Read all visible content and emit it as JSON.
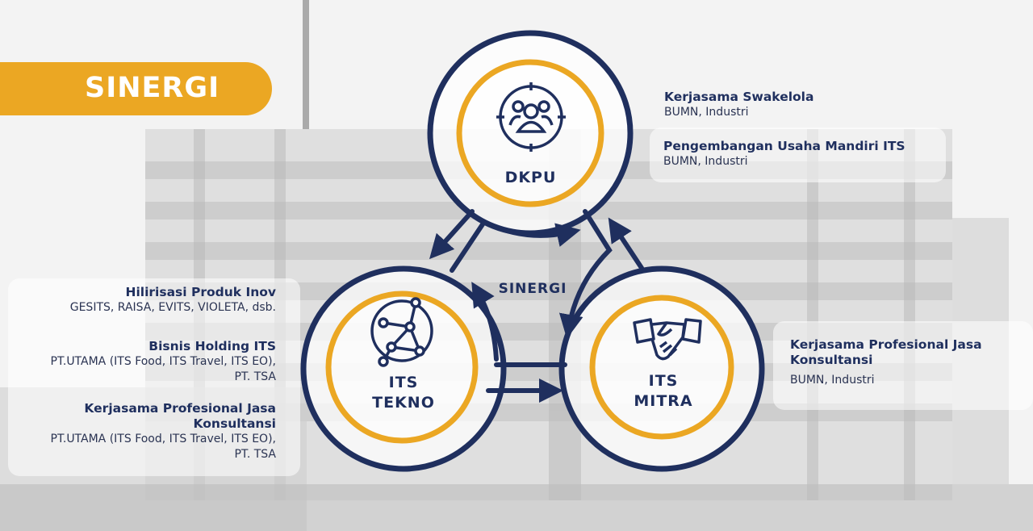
{
  "banner": {
    "title": "SINERGI"
  },
  "diagram": {
    "center_label": "SINERGI",
    "nodes": [
      {
        "name": "DKPU",
        "lines": [
          "DKPU"
        ],
        "icon": "people-target-icon"
      },
      {
        "name": "ITS TEKNO",
        "lines": [
          "ITS",
          "TEKNO"
        ],
        "icon": "network-globe-icon"
      },
      {
        "name": "ITS MITRA",
        "lines": [
          "ITS",
          "MITRA"
        ],
        "icon": "handshake-icon"
      }
    ]
  },
  "dkpu_items": [
    {
      "title": "Kerjasama Swakelola",
      "sub": "BUMN, Industri"
    },
    {
      "title": "Pengembangan Usaha Mandiri ITS",
      "sub": "BUMN, Industri"
    }
  ],
  "tekno_items": [
    {
      "title": "Hilirisasi Produk Inov",
      "sub": [
        "GESITS, RAISA, EVITS, VIOLETA, dsb."
      ]
    },
    {
      "title": "Bisnis Holding ITS",
      "sub": [
        "PT.UTAMA (ITS Food, ITS Travel, ITS EO),",
        "PT. TSA"
      ]
    },
    {
      "title": [
        "Kerjasama Profesional Jasa",
        "Konsultansi"
      ],
      "sub": [
        "PT.UTAMA (ITS Food, ITS Travel, ITS EO),",
        "PT. TSA"
      ]
    }
  ],
  "mitra_items": [
    {
      "title": [
        "Kerjasama Profesional Jasa",
        "Konsultansi"
      ],
      "sub": "BUMN, Industri"
    }
  ],
  "colors": {
    "navy": "#1f2f5e",
    "gold": "#eba723"
  }
}
